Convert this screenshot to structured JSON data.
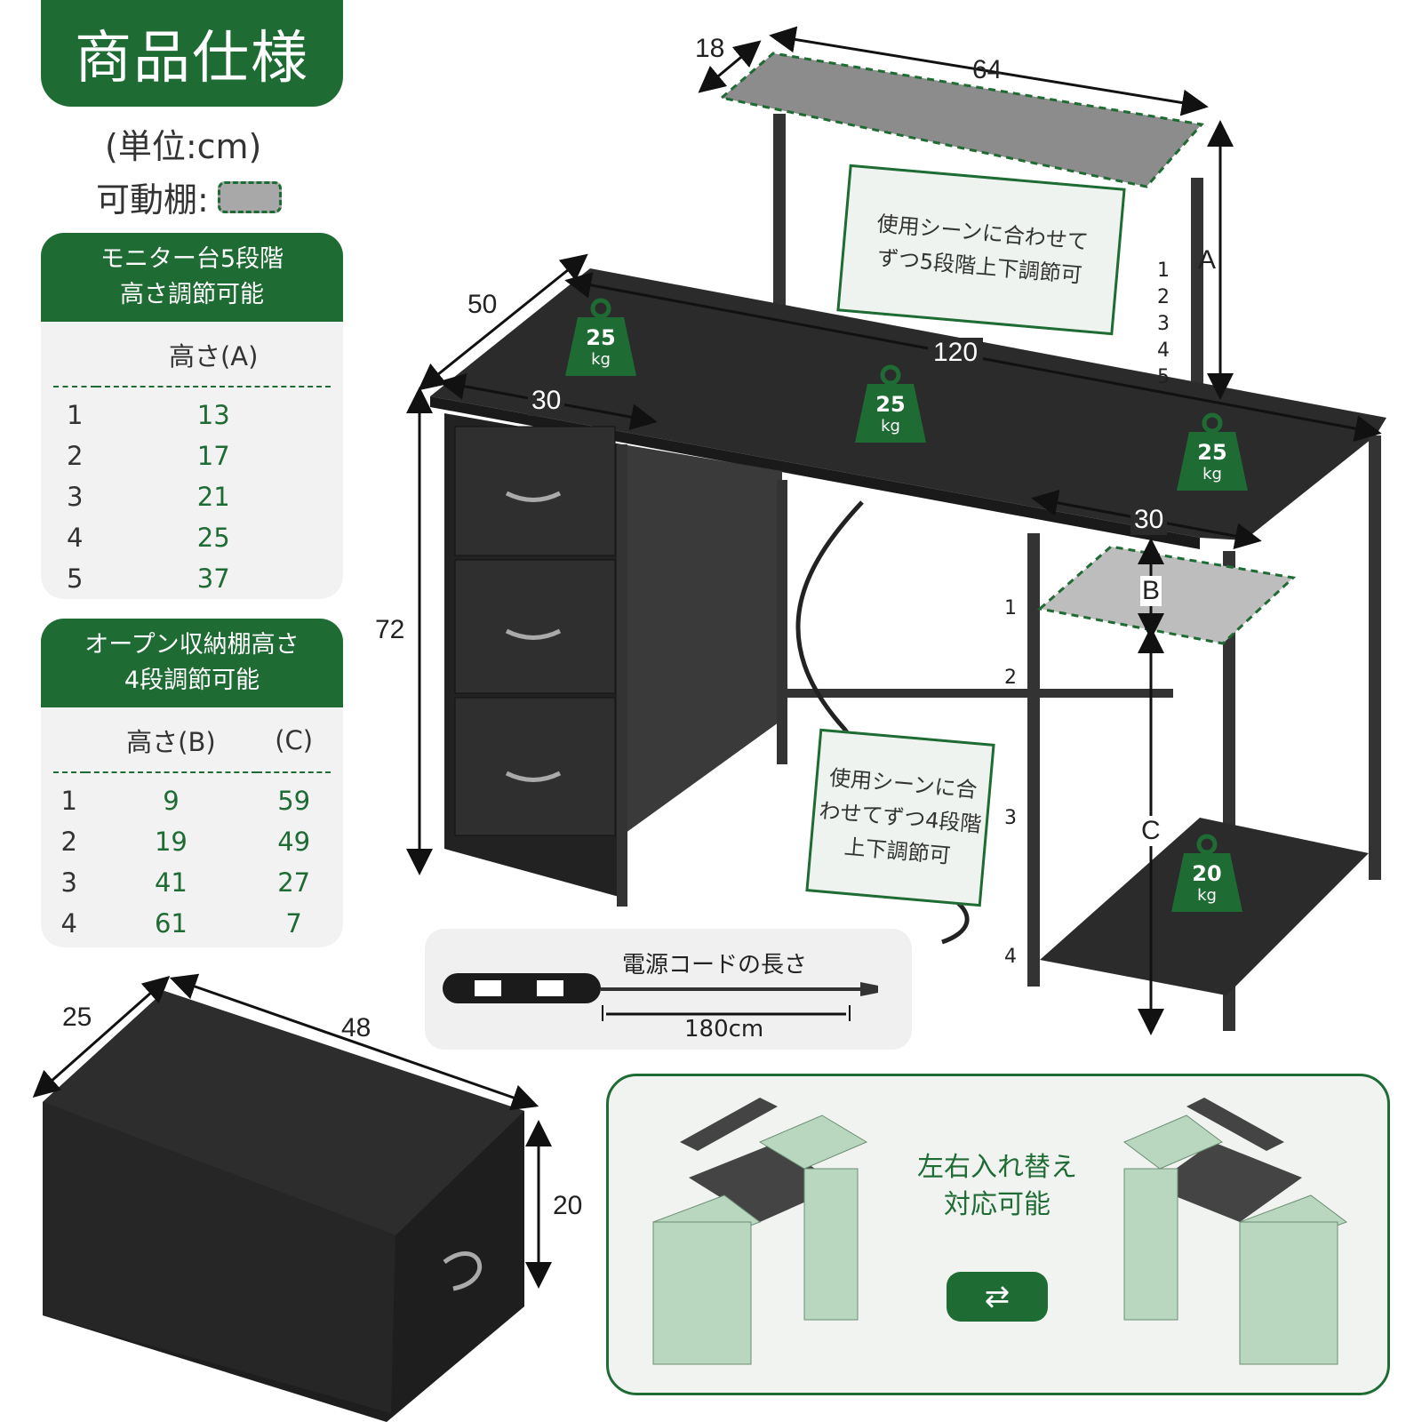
{
  "header": {
    "title": "商品仕様",
    "unit": "(単位:cm)",
    "adjustable_label": "可動棚:"
  },
  "monitor_stand": {
    "heading_line1": "モニター台5段階",
    "heading_line2": "高さ調節可能",
    "column_a": "高さ(A)",
    "rows": [
      {
        "level": "1",
        "a": "13"
      },
      {
        "level": "2",
        "a": "17"
      },
      {
        "level": "3",
        "a": "21"
      },
      {
        "level": "4",
        "a": "25"
      },
      {
        "level": "5",
        "a": "37"
      }
    ]
  },
  "open_shelf": {
    "heading_line1": "オープン収納棚高さ",
    "heading_line2": "4段調節可能",
    "column_b": "高さ(B)",
    "column_c": "(C)",
    "rows": [
      {
        "level": "1",
        "b": "9",
        "c": "59"
      },
      {
        "level": "2",
        "b": "19",
        "c": "49"
      },
      {
        "level": "3",
        "b": "41",
        "c": "27"
      },
      {
        "level": "4",
        "b": "61",
        "c": "7"
      }
    ]
  },
  "desk_dimensions": {
    "top_shelf_depth": "18",
    "top_shelf_width": "64",
    "desk_depth": "50",
    "desk_width": "120",
    "drawer_section_width": "30",
    "right_section_width": "30",
    "desk_height": "72",
    "label_a": "A",
    "label_b": "B",
    "label_c": "C",
    "monitor_levels": [
      "1",
      "2",
      "3",
      "4",
      "5"
    ],
    "shelf_levels": [
      "1",
      "2",
      "3",
      "4"
    ]
  },
  "callouts": {
    "monitor_line1": "使用シーンに合わせて",
    "monitor_line2": "ずつ5段階上下調節可",
    "shelf_line1": "使用シーンに合",
    "shelf_line2": "わせてずつ4段階",
    "shelf_line3": "上下調節可"
  },
  "weights": [
    {
      "value": "25",
      "unit": "kg"
    },
    {
      "value": "25",
      "unit": "kg"
    },
    {
      "value": "25",
      "unit": "kg"
    },
    {
      "value": "20",
      "unit": "kg"
    }
  ],
  "power_cord": {
    "title": "電源コードの長さ",
    "length": "180cm"
  },
  "drawer": {
    "depth": "25",
    "width": "48",
    "height": "20"
  },
  "reversible": {
    "line1": "左右入れ替え",
    "line2": "対応可能",
    "icon": "swap-arrows-icon"
  },
  "colors": {
    "brand_green": "#1e6b34",
    "desk_black": "#2b2b2b",
    "card_gray": "#f2f2f2"
  }
}
